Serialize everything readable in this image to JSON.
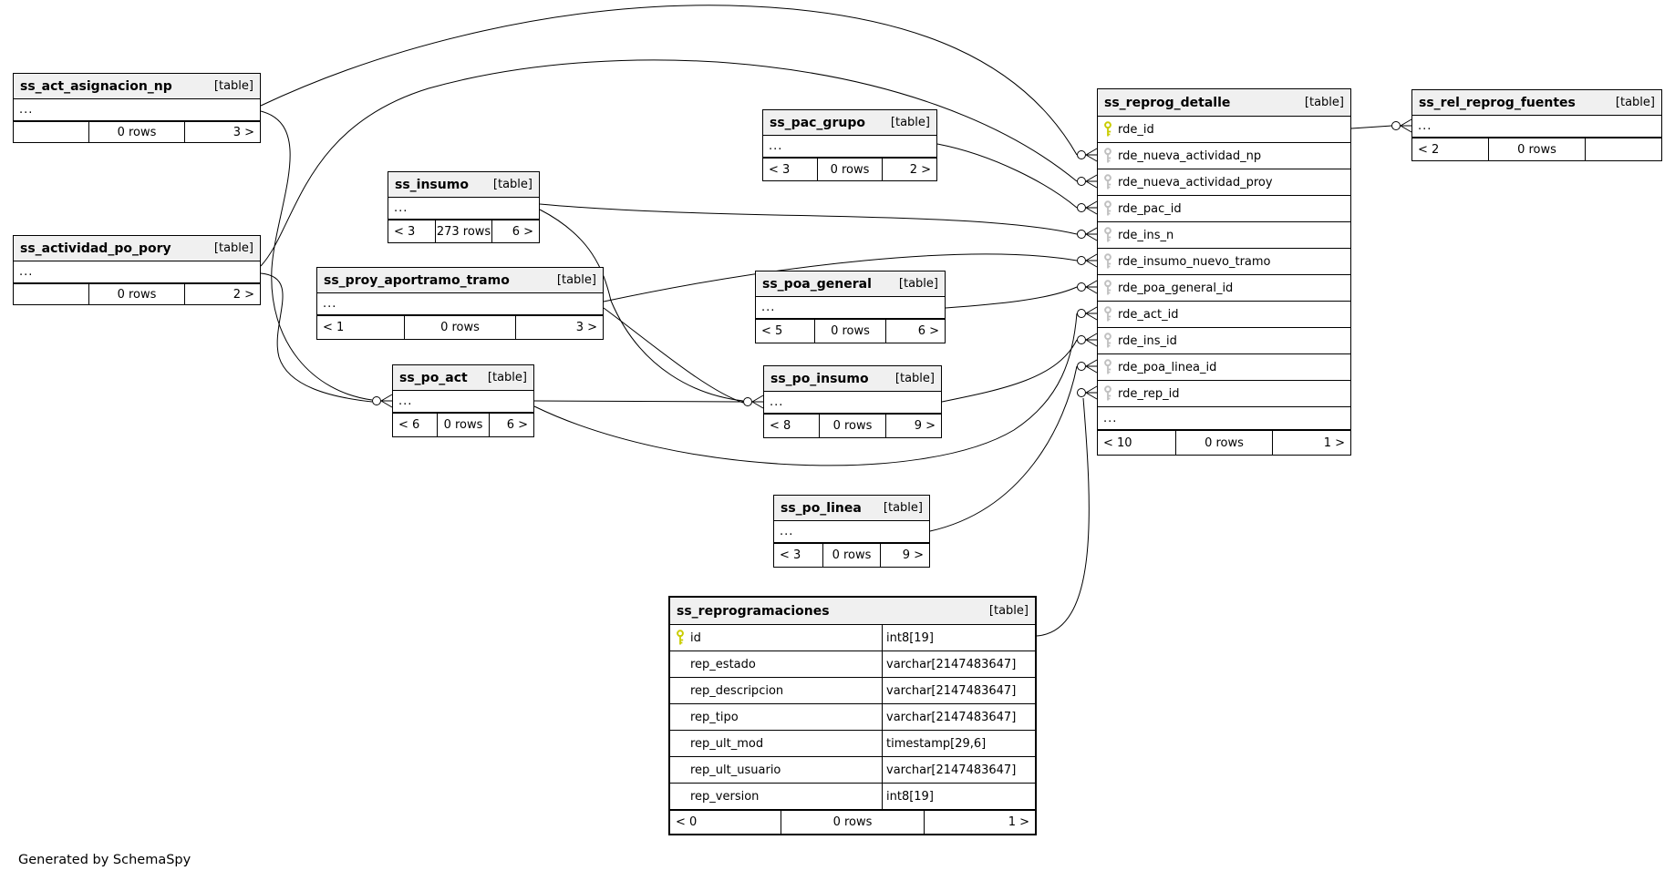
{
  "note": "Generated by SchemaSpy",
  "colors": {
    "primary_key": "#c9cc00",
    "foreign_key": "#c0c0c0",
    "header_bg": "#f0f0f0",
    "edge": "#000000"
  },
  "tables": [
    {
      "id": "ss_act_asignacion_np",
      "title": "ss_act_asignacion_np",
      "tag": "[table]",
      "columns": [],
      "ellipsis": "...",
      "footer": [
        "",
        "0 rows",
        "3 >"
      ]
    },
    {
      "id": "ss_actividad_po_pory",
      "title": "ss_actividad_po_pory",
      "tag": "[table]",
      "columns": [],
      "ellipsis": "...",
      "footer": [
        "",
        "0 rows",
        "2 >"
      ]
    },
    {
      "id": "ss_insumo",
      "title": "ss_insumo",
      "tag": "[table]",
      "columns": [],
      "ellipsis": "...",
      "footer": [
        "< 3",
        "273 rows",
        "6 >"
      ]
    },
    {
      "id": "ss_proy_aportramo_tramo",
      "title": "ss_proy_aportramo_tramo",
      "tag": "[table]",
      "columns": [],
      "ellipsis": "...",
      "footer": [
        "< 1",
        "0 rows",
        "3 >"
      ]
    },
    {
      "id": "ss_pac_grupo",
      "title": "ss_pac_grupo",
      "tag": "[table]",
      "columns": [],
      "ellipsis": "...",
      "footer": [
        "< 3",
        "0 rows",
        "2 >"
      ]
    },
    {
      "id": "ss_poa_general",
      "title": "ss_poa_general",
      "tag": "[table]",
      "columns": [],
      "ellipsis": "...",
      "footer": [
        "< 5",
        "0 rows",
        "6 >"
      ]
    },
    {
      "id": "ss_po_act",
      "title": "ss_po_act",
      "tag": "[table]",
      "columns": [],
      "ellipsis": "...",
      "footer": [
        "< 6",
        "0 rows",
        "6 >"
      ]
    },
    {
      "id": "ss_po_insumo",
      "title": "ss_po_insumo",
      "tag": "[table]",
      "columns": [],
      "ellipsis": "...",
      "footer": [
        "< 8",
        "0 rows",
        "9 >"
      ]
    },
    {
      "id": "ss_po_linea",
      "title": "ss_po_linea",
      "tag": "[table]",
      "columns": [],
      "ellipsis": "...",
      "footer": [
        "< 3",
        "0 rows",
        "9 >"
      ]
    },
    {
      "id": "ss_reprog_detalle",
      "title": "ss_reprog_detalle",
      "tag": "[table]",
      "columns": [
        {
          "name": "rde_id",
          "key": "pk"
        },
        {
          "name": "rde_nueva_actividad_np",
          "key": "fk"
        },
        {
          "name": "rde_nueva_actividad_proy",
          "key": "fk"
        },
        {
          "name": "rde_pac_id",
          "key": "fk"
        },
        {
          "name": "rde_ins_n",
          "key": "fk"
        },
        {
          "name": "rde_insumo_nuevo_tramo",
          "key": "fk"
        },
        {
          "name": "rde_poa_general_id",
          "key": "fk"
        },
        {
          "name": "rde_act_id",
          "key": "fk"
        },
        {
          "name": "rde_ins_id",
          "key": "fk"
        },
        {
          "name": "rde_poa_linea_id",
          "key": "fk"
        },
        {
          "name": "rde_rep_id",
          "key": "fk"
        }
      ],
      "ellipsis": "...",
      "footer": [
        "< 10",
        "0 rows",
        "1 >"
      ]
    },
    {
      "id": "ss_rel_reprog_fuentes",
      "title": "ss_rel_reprog_fuentes",
      "tag": "[table]",
      "columns": [],
      "ellipsis": "...",
      "footer": [
        "< 2",
        "0 rows",
        ""
      ]
    },
    {
      "id": "ss_reprogramaciones",
      "title": "ss_reprogramaciones",
      "tag": "[table]",
      "columns": [
        {
          "name": "id",
          "type": "int8[19]",
          "key": "pk"
        },
        {
          "name": "rep_estado",
          "type": "varchar[2147483647]"
        },
        {
          "name": "rep_descripcion",
          "type": "varchar[2147483647]"
        },
        {
          "name": "rep_tipo",
          "type": "varchar[2147483647]"
        },
        {
          "name": "rep_ult_mod",
          "type": "timestamp[29,6]"
        },
        {
          "name": "rep_ult_usuario",
          "type": "varchar[2147483647]"
        },
        {
          "name": "rep_version",
          "type": "int8[19]"
        }
      ],
      "footer": [
        "< 0",
        "0 rows",
        "1 >"
      ]
    }
  ],
  "relationships": [
    {
      "from": "ss_act_asignacion_np",
      "to": "ss_reprog_detalle.rde_nueva_actividad_np"
    },
    {
      "from": "ss_actividad_po_pory",
      "to": "ss_reprog_detalle.rde_nueva_actividad_proy"
    },
    {
      "from": "ss_act_asignacion_np",
      "to": "ss_po_act"
    },
    {
      "from": "ss_actividad_po_pory",
      "to": "ss_po_act"
    },
    {
      "from": "ss_pac_grupo",
      "to": "ss_reprog_detalle.rde_pac_id"
    },
    {
      "from": "ss_insumo",
      "to": "ss_reprog_detalle.rde_ins_n"
    },
    {
      "from": "ss_proy_aportramo_tramo",
      "to": "ss_reprog_detalle.rde_insumo_nuevo_tramo"
    },
    {
      "from": "ss_insumo",
      "to": "ss_po_insumo"
    },
    {
      "from": "ss_proy_aportramo_tramo",
      "to": "ss_po_insumo"
    },
    {
      "from": "ss_poa_general",
      "to": "ss_reprog_detalle.rde_poa_general_id"
    },
    {
      "from": "ss_po_act",
      "to": "ss_po_insumo"
    },
    {
      "from": "ss_po_act",
      "to": "ss_reprog_detalle.rde_act_id"
    },
    {
      "from": "ss_po_insumo",
      "to": "ss_reprog_detalle.rde_ins_id"
    },
    {
      "from": "ss_po_linea",
      "to": "ss_reprog_detalle.rde_poa_linea_id"
    },
    {
      "from": "ss_reprogramaciones",
      "to": "ss_reprog_detalle.rde_rep_id"
    },
    {
      "from": "ss_reprog_detalle.rde_id",
      "to": "ss_rel_reprog_fuentes"
    }
  ]
}
